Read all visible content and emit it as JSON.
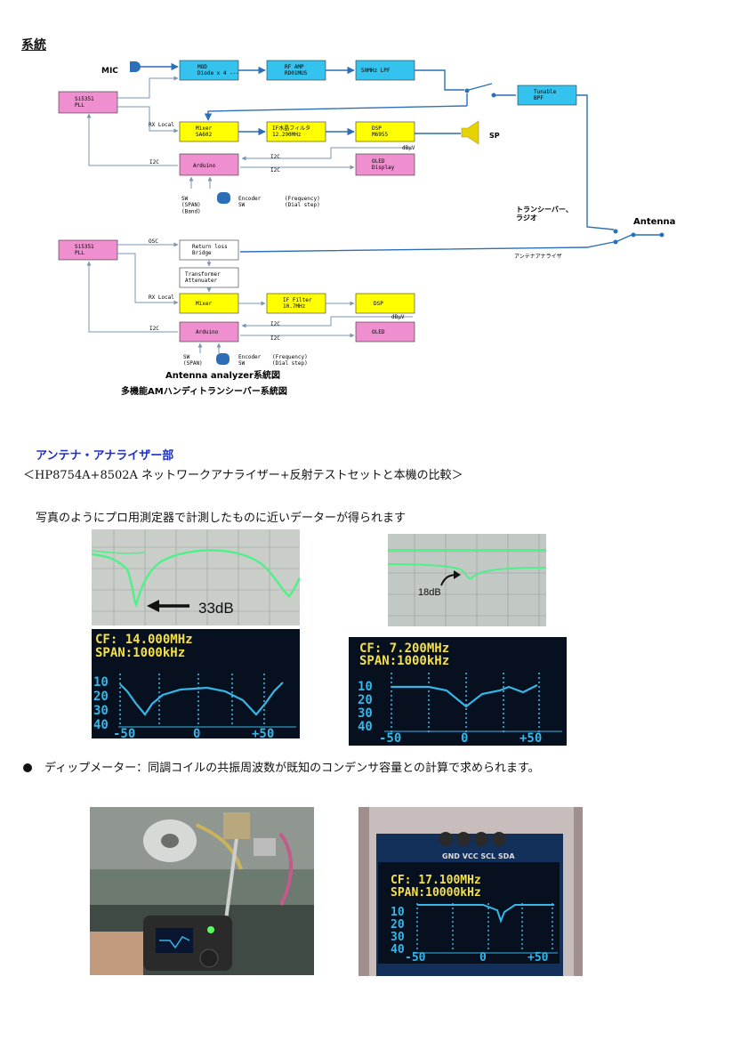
{
  "section_title": "系統",
  "diagram": {
    "mic": "MIC",
    "sp": "SP",
    "antenna": "Antenna",
    "transceiver_label": "トランシーバー、\nラジオ",
    "analyzer_label": "アンテナアナライザ",
    "top": {
      "si5351": "Si5351\nPLL",
      "mod": "MOD\nDiode x 4 ---",
      "rf_amp": "RF AMP\nRD01MUS",
      "lpf": "50MHz LPF",
      "tunable_bpf": "Tunable\nBPF",
      "mixer": "Mixer\nSA602",
      "if_filter": "IF水晶フィルタ\n12.290MHz",
      "dsp": "DSP\nM6955",
      "arduino": "Arduino",
      "oled": "OLED\nDisplay",
      "rx_local": "RX Local",
      "i2c_a": "I2C",
      "i2c_b": "I2C",
      "i2c_c": "I2C",
      "dbuv": "dBμV",
      "sw": "SW\n(SPAN)\n(Band)",
      "encoder": "Encoder\nSW",
      "freq": "(Frequency)\n(Dial step)"
    },
    "bottom": {
      "si5351": "Si5351\nPLL",
      "osc": "OSC",
      "rlb": "Return loss\nBridge",
      "att": "Transformer\nAttenuater",
      "mixer": "Mixer",
      "if_filter": "IF Filter\n10.7MHz",
      "dsp": "DSP",
      "arduino": "Arduino",
      "oled": "OLED",
      "rx_local": "RX Local",
      "i2c_a": "I2C",
      "i2c_b": "I2C",
      "i2c_c": "I2C",
      "dbuv": "dBμV",
      "sw": "SW\n(SPAN)",
      "encoder": "Encoder\nSW",
      "freq": "(Frequency)\n(Dial step)"
    },
    "caption1": "Antenna analyzer系統図",
    "caption2": "多機能AMハンディトランシーバー系統図"
  },
  "heading2": "アンテナ・アナライザー部",
  "para1": "＜HP8754A+8502A ネットワークアナライザー+反射テストセットと本機の比較＞",
  "para2": "写真のようにプロ用測定器で計測したものに近いデーターが得られます",
  "photo1_label": "33dB",
  "photo2_label": "18dB",
  "oled1": {
    "cf": "CF:  14.000MHz",
    "span": "SPAN:1000kHz",
    "y": [
      "10",
      "20",
      "30",
      "40"
    ],
    "x": [
      "-50",
      "0",
      "+50"
    ]
  },
  "oled2": {
    "cf": "CF:   7.200MHz",
    "span": "SPAN:1000kHz",
    "y": [
      "10",
      "20",
      "30",
      "40"
    ],
    "x": [
      "-50",
      "0",
      "+50"
    ]
  },
  "para3": "ディップメーター：同調コイルの共振周波数が既知のコンデンサ容量との計算で求められます。",
  "oled3": {
    "pins": "GND VCC SCL SDA",
    "cf": "CF: 17.100MHz",
    "span": "SPAN:10000kHz",
    "y": [
      "10",
      "20",
      "30",
      "40"
    ],
    "x": [
      "-50",
      "0",
      "+50"
    ]
  },
  "colors": {
    "block_blue": "#33c3ee",
    "block_yellow": "#ffff00",
    "block_pink": "#f08fd0",
    "line_blue": "#2c6fb8",
    "oled_yellow": "#f4e04a",
    "oled_cyan": "#35b7e8",
    "trace_green": "#4ff08a"
  }
}
